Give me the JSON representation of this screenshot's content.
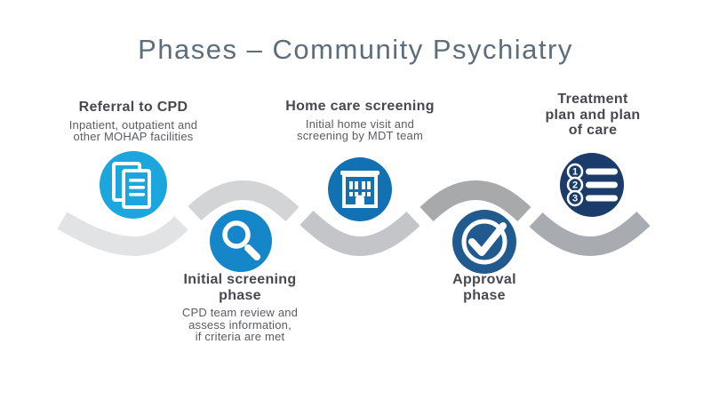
{
  "title": "Phases – Community Psychiatry",
  "colors": {
    "title_text": "#5D6E7A",
    "heading_text": "#47494E",
    "subtitle_text": "#595C61"
  },
  "wave": {
    "segments": [
      {
        "name": "valley-1",
        "color": "#E2E3E4"
      },
      {
        "name": "crest-1",
        "color": "#D3D4D6"
      },
      {
        "name": "valley-2",
        "color": "#C3C5C8"
      },
      {
        "name": "crest-2",
        "color": "#A8A9AB"
      },
      {
        "name": "valley-3",
        "color": "#A8ACB1"
      }
    ]
  },
  "phases": [
    {
      "heading": "Referral to CPD",
      "subtitle": "Inpatient, outpatient and\nother MOHAP facilities",
      "icon": "documents-icon",
      "icon_color": "#1BA6DD"
    },
    {
      "heading": "Initial screening\nphase",
      "subtitle": "CPD team review and\nassess information,\nif criteria are met",
      "icon": "magnifier-icon",
      "icon_color": "#1586C8"
    },
    {
      "heading": "Home care screening",
      "subtitle": "Initial home visit and\nscreening by MDT team",
      "icon": "building-icon",
      "icon_color": "#1171B2"
    },
    {
      "heading": "Approval\nphase",
      "subtitle": "",
      "icon": "checkmark-icon",
      "icon_color": "#205A8F"
    },
    {
      "heading": "Treatment\nplan and plan\nof care",
      "subtitle": "",
      "icon": "numbered-list-icon",
      "icon_color": "#1B3C6B",
      "list_numbers": [
        "1",
        "2",
        "3"
      ]
    }
  ]
}
